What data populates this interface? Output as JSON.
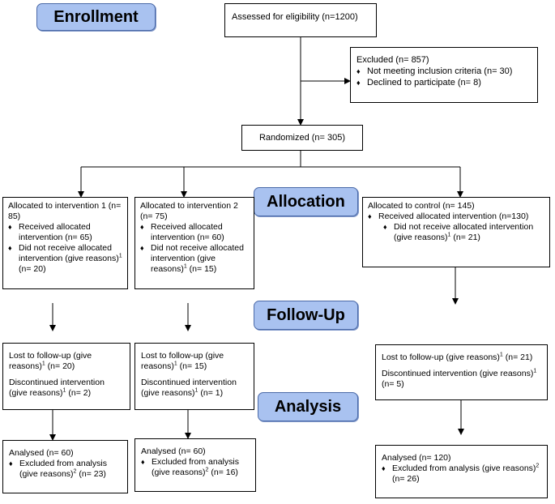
{
  "stages": {
    "enrollment": "Enrollment",
    "allocation": "Allocation",
    "followup": "Follow-Up",
    "analysis": "Analysis"
  },
  "eligibility": {
    "text": "Assessed for eligibility (n=1200)"
  },
  "excluded": {
    "title": "Excluded (n= 857)",
    "items": [
      "Not meeting inclusion criteria (n= 30)",
      "Declined to participate (n= 8)"
    ]
  },
  "randomized": {
    "text": "Randomized (n= 305)"
  },
  "allocated": {
    "int1": {
      "title": "Allocated to intervention 1 (n= 85)",
      "received": "Received allocated intervention (n= 65)",
      "not_received": "Did not receive allocated intervention (give reasons)",
      "not_received_n": " (n= 20)"
    },
    "int2": {
      "title": "Allocated to intervention 2 (n= 75)",
      "received": "Received allocated intervention (n= 60)",
      "not_received": "Did not receive allocated intervention (give reasons)",
      "not_received_n": " (n= 15)"
    },
    "control": {
      "title": "Allocated to control (n= 145)",
      "received": "Received allocated intervention (n=130)",
      "not_received": "Did not receive allocated intervention (give reasons)",
      "not_received_n": " (n= 21)"
    }
  },
  "followup": {
    "int1": {
      "lost": "Lost to follow-up (give reasons)",
      "lost_n": " (n= 20)",
      "disc": "Discontinued intervention (give reasons)",
      "disc_n": " (n= 2)"
    },
    "int2": {
      "lost": "Lost to follow-up (give reasons)",
      "lost_n": " (n= 15)",
      "disc": "Discontinued intervention (give reasons)",
      "disc_n": " (n= 1)"
    },
    "control": {
      "lost": "Lost to follow-up (give reasons)",
      "lost_n": " (n= 21)",
      "disc": "Discontinued intervention (give reasons)",
      "disc_n": " (n= 5)"
    }
  },
  "analysis": {
    "int1": {
      "analysed": "Analysed (n= 60)",
      "excluded": "Excluded from analysis (give reasons)",
      "excluded_n": " (n= 23)"
    },
    "int2": {
      "analysed": "Analysed (n= 60)",
      "excluded": "Excluded from analysis (give reasons)",
      "excluded_n": " (n= 16)"
    },
    "control": {
      "analysed": "Analysed (n= 120)",
      "excluded": "Excluded from analysis (give reasons)",
      "excluded_n": " (n= 26)"
    }
  },
  "footnotes": {
    "one": "1",
    "two": "2"
  }
}
